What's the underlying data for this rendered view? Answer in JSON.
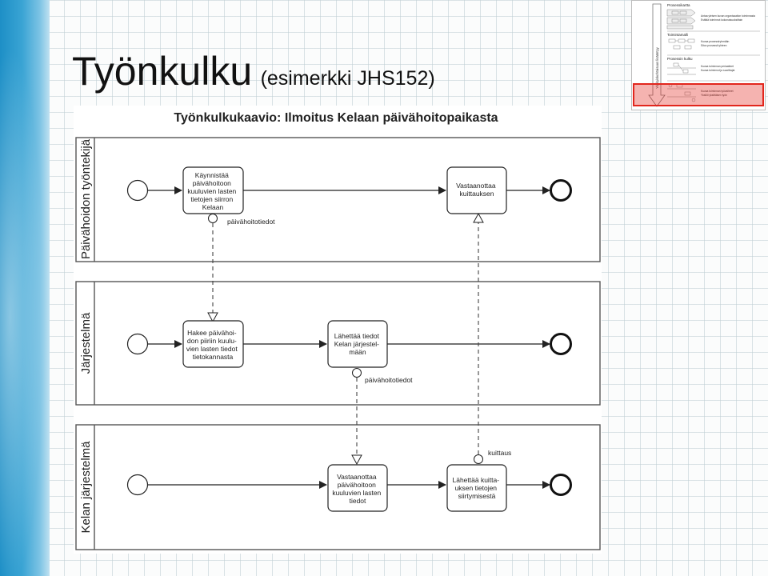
{
  "slide": {
    "title": "Työnkulku",
    "subtitle": "(esimerkki JHS152)"
  },
  "diagram": {
    "title": "Työnkulkukaavio: Ilmoitus Kelaan päivähoitopaikasta",
    "lanes": [
      {
        "label": "Päivähoidon työntekijä"
      },
      {
        "label": "Järjestelmä"
      },
      {
        "label": "Kelan järjestelmä"
      }
    ],
    "tasks": {
      "t1": [
        "Käynnistää",
        "päivähoitoon",
        "kuuluvien lasten",
        "tietojen siirron",
        "Kelaan"
      ],
      "t2": [
        "Vastaanottaa",
        "kuittauksen"
      ],
      "t3": [
        "Hakee päivähoi-",
        "don piiriin kuulu-",
        "vien lasten tiedot",
        "tietokannasta"
      ],
      "t4": [
        "Lähettää tiedot",
        "Kelan järjestel-",
        "mään"
      ],
      "t5": [
        "Vastaanottaa",
        "päivähoitoon",
        "kuuluvien lasten",
        "tiedot"
      ],
      "t6": [
        "Lähettää kuitta-",
        "uksen tietojen",
        "siirtymisestä"
      ]
    },
    "messages": {
      "m1": "päivähoitotiedot",
      "m2": "päivähoitotiedot",
      "m3": "kuittaus"
    }
  },
  "thumbnail": {
    "sections": [
      {
        "title": "Prosessikartta",
        "bullets": [
          "Antaa yleisen kuvan organisaation toiminnasta",
          "Esittää toiminnot kokonaisuuksittain"
        ]
      },
      {
        "title": "Toimintamalli",
        "bullets": [
          "Kuvaa prosessiryhmään",
          "Sitoo prosessit yhteen"
        ]
      },
      {
        "title": "Prosessin kulku",
        "bullets": [
          "Kuvaa toiminnan periaatteet",
          "Kuvaa toiminnot ja suorittajat"
        ]
      },
      {
        "title": "",
        "bullets": [
          "Kuvaa toiminnan työvaiheet",
          "Yksilöi yksittäisen työn"
        ]
      }
    ],
    "side_label": "Yksityiskohtaisuus lisääntyy"
  }
}
